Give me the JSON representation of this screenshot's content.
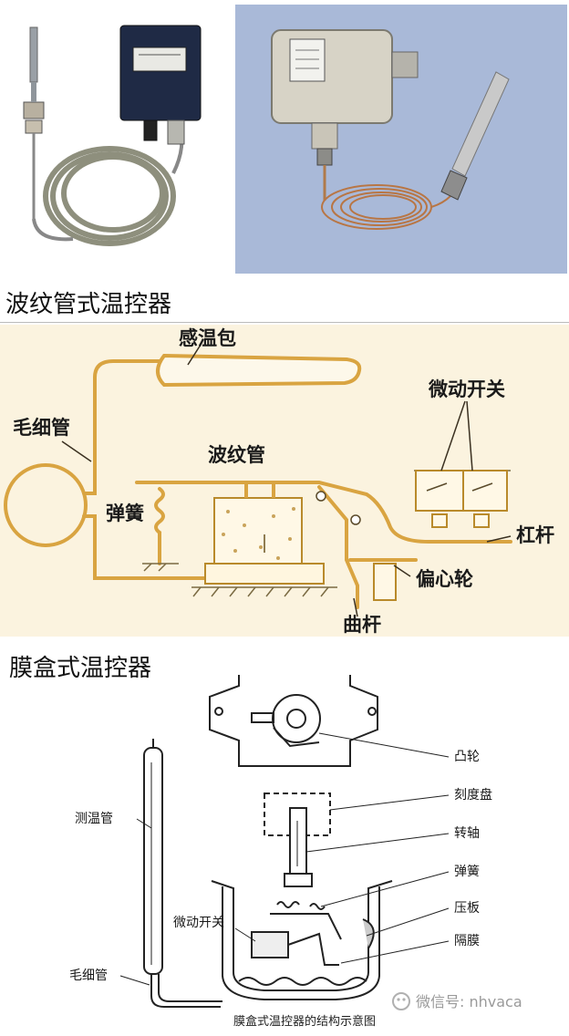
{
  "section1": {
    "title": "波纹管式温控器"
  },
  "section2": {
    "title": "膜盒式温控器"
  },
  "diagram1": {
    "labels": {
      "bulb": "感温包",
      "capillary": "毛细管",
      "bellows": "波纹管",
      "spring": "弹簧",
      "microswitch": "微动开关",
      "lever": "杠杆",
      "eccentric": "偏心轮",
      "crank": "曲杆"
    },
    "colors": {
      "line": "#d9a441",
      "paper": "#fbf3df",
      "ink": "#5a4a2a"
    }
  },
  "diagram2": {
    "labels": {
      "cam": "凸轮",
      "dial": "刻度盘",
      "shaft": "转轴",
      "spring": "弹簧",
      "plate": "压板",
      "diaphragm": "隔膜",
      "sensor_tube": "测温管",
      "microswitch": "微动开关",
      "capillary": "毛细管"
    },
    "caption": "膜盒式温控器的结构示意图"
  },
  "watermark": "微信号: nhvaca"
}
